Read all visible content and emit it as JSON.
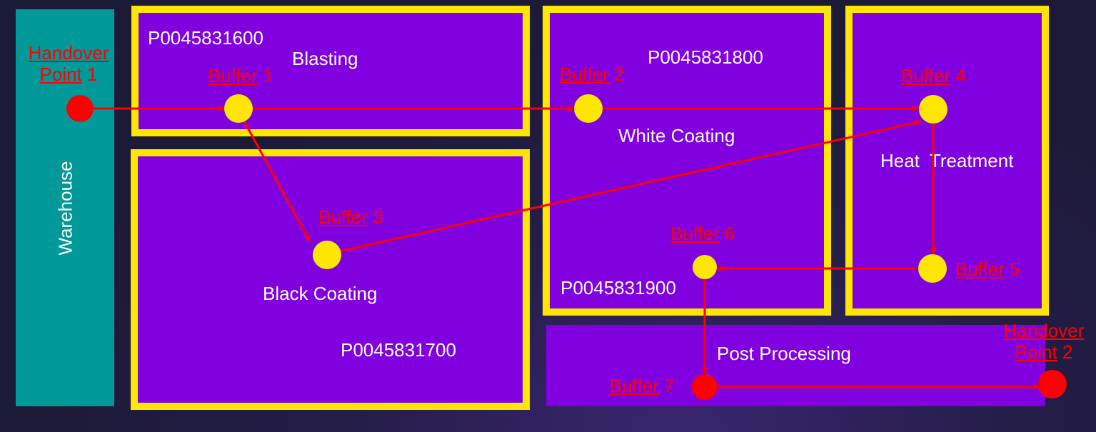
{
  "colors": {
    "zone_fill": "#8000e0",
    "zone_border": "#ffe600",
    "warehouse_fill": "#009999",
    "buffer_dot": "#ffe600",
    "handover_dot": "#ff0000",
    "flow_arrow": "#ff0000",
    "label_text": "#ffffff",
    "point_label": "#ff0000"
  },
  "warehouse": {
    "label": "Warehouse"
  },
  "zones": {
    "blasting": {
      "name": "Blasting",
      "id": "P0045831600"
    },
    "black_coating": {
      "name": "Black Coating",
      "id": "P0045831700"
    },
    "white_coating": {
      "name": "White Coating",
      "id_top": "P0045831800",
      "id_bottom": "P0045831900"
    },
    "heat_treatment": {
      "name": "Heat  Treatment"
    },
    "post_processing": {
      "name": "Post Processing"
    }
  },
  "points": {
    "handover1": {
      "word1": "Handover",
      "word2": "Point",
      "num": "1"
    },
    "handover2": {
      "word1": "Handover",
      "word2": "Point",
      "num": "2"
    },
    "buffer1": {
      "word": "Buffer",
      "num": "1"
    },
    "buffer2": {
      "word": "Buffer",
      "num": "2"
    },
    "buffer3": {
      "word": "Buffer",
      "num": "3"
    },
    "buffer4": {
      "word": "Buffer",
      "num": "4"
    },
    "buffer5": {
      "word": "Buffer",
      "num": "5"
    },
    "buffer6": {
      "word": "Buffer",
      "num": "6"
    },
    "buffer7": {
      "word": "Buffer",
      "num": "7"
    }
  },
  "flows": [
    [
      "handover1",
      "buffer1"
    ],
    [
      "buffer1",
      "buffer2"
    ],
    [
      "buffer2",
      "buffer4"
    ],
    [
      "buffer1",
      "buffer3"
    ],
    [
      "buffer3",
      "buffer4"
    ],
    [
      "buffer4",
      "buffer5"
    ],
    [
      "buffer5",
      "buffer6"
    ],
    [
      "buffer6",
      "buffer7"
    ],
    [
      "buffer7",
      "handover2"
    ]
  ]
}
